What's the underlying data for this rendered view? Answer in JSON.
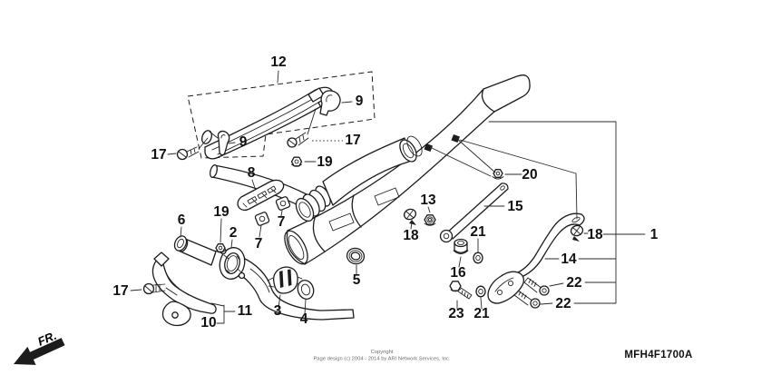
{
  "diagram": {
    "part_code": "MFH4F1700A",
    "direction_label": "FR.",
    "callouts": [
      {
        "label": "12"
      },
      {
        "label": "9"
      },
      {
        "label": "9"
      },
      {
        "label": "17"
      },
      {
        "label": "17"
      },
      {
        "label": "19"
      },
      {
        "label": "8"
      },
      {
        "label": "6"
      },
      {
        "label": "19"
      },
      {
        "label": "2"
      },
      {
        "label": "7"
      },
      {
        "label": "7"
      },
      {
        "label": "13"
      },
      {
        "label": "18"
      },
      {
        "label": "20"
      },
      {
        "label": "15"
      },
      {
        "label": "21"
      },
      {
        "label": "16"
      },
      {
        "label": "23"
      },
      {
        "label": "21"
      },
      {
        "label": "14"
      },
      {
        "label": "22"
      },
      {
        "label": "22"
      },
      {
        "label": "18"
      },
      {
        "label": "1"
      },
      {
        "label": "5"
      },
      {
        "label": "3"
      },
      {
        "label": "4"
      },
      {
        "label": "10"
      },
      {
        "label": "11"
      },
      {
        "label": "17"
      }
    ]
  },
  "footer": {
    "copyright_line1": "Copyright",
    "copyright_line2": "Page design (c) 2004 - 2014 by ARI Network Services, Inc."
  }
}
